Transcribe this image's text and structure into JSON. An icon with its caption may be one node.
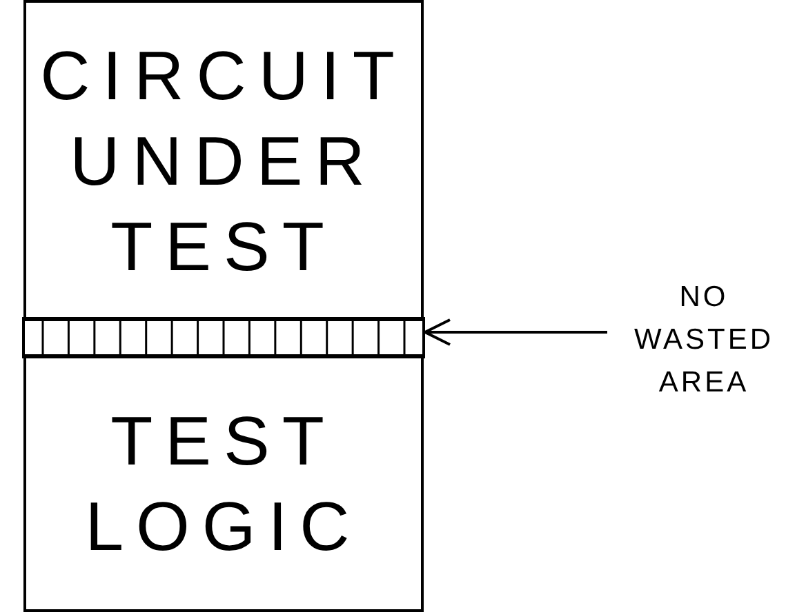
{
  "diagram": {
    "nodes": [
      {
        "text": [
          "CIRCUIT UNDER TEST"
        ]
      },
      {
        "text": [
          "TEST LOGIC"
        ]
      },
      {
        "text": [
          "NO WASTED AREA"
        ]
      },
      {
        "text": [],
        "shape": "bar"
      }
    ],
    "edges": [
      {
        "from": 2,
        "to": 3,
        "arrow": "to"
      }
    ]
  }
}
